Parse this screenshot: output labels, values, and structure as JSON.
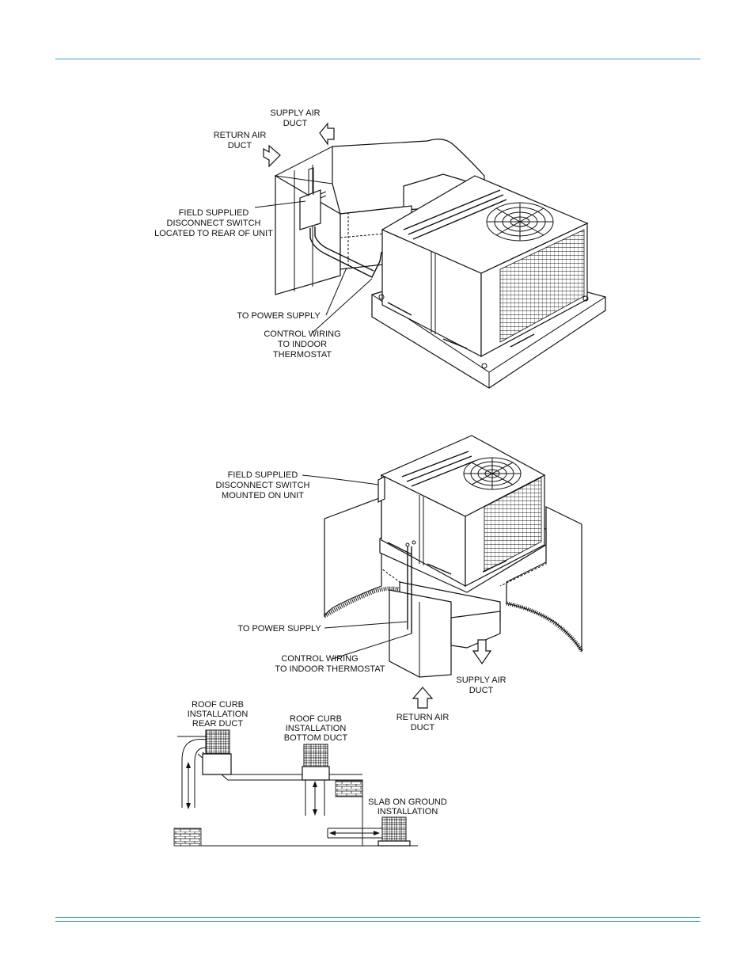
{
  "figure_top": {
    "labels": {
      "supply_air_duct_1": "SUPPLY AIR",
      "supply_air_duct_2": "DUCT",
      "return_air_duct_1": "RETURN AIR",
      "return_air_duct_2": "DUCT",
      "disconnect_1": "FIELD SUPPLIED",
      "disconnect_2": "DISCONNECT SWITCH",
      "disconnect_3": "LOCATED TO REAR OF UNIT",
      "power_supply": "TO POWER SUPPLY",
      "control_1": "CONTROL WIRING",
      "control_2": "TO INDOOR",
      "control_3": "THERMOSTAT"
    }
  },
  "figure_middle": {
    "labels": {
      "disconnect_1": "FIELD SUPPLIED",
      "disconnect_2": "DISCONNECT SWITCH",
      "disconnect_3": "MOUNTED ON UNIT",
      "power_supply": "TO POWER SUPPLY",
      "control_1": "CONTROL WIRING",
      "control_2": "TO INDOOR THERMOSTAT",
      "supply_1": "SUPPLY AIR",
      "supply_2": "DUCT",
      "return_1": "RETURN AIR",
      "return_2": "DUCT"
    }
  },
  "figure_bottom": {
    "labels": {
      "rear_1": "ROOF CURB",
      "rear_2": "INSTALLATION",
      "rear_3": "REAR DUCT",
      "bottom_1": "ROOF CURB",
      "bottom_2": "INSTALLATION",
      "bottom_3": "BOTTOM DUCT",
      "slab_1": "SLAB ON GROUND",
      "slab_2": "INSTALLATION"
    }
  }
}
